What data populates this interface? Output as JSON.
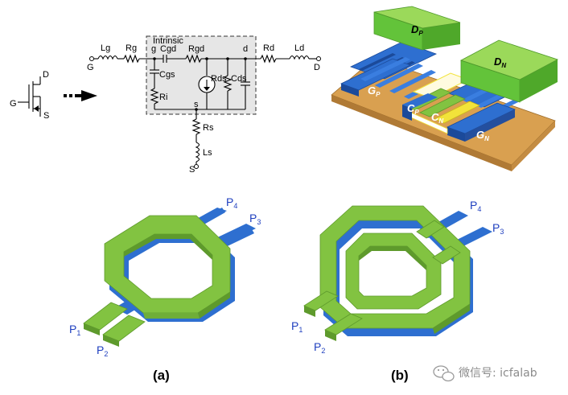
{
  "transistor_symbol": {
    "gate": "G",
    "drain": "D",
    "source": "S"
  },
  "circuit": {
    "intrinsic_label": "Intrinsic",
    "components": {
      "lg": "Lg",
      "rg": "Rg",
      "cgd": "Cgd",
      "rgd": "Rgd",
      "rd": "Rd",
      "ld": "Ld",
      "cgs": "Cgs",
      "ri": "Ri",
      "rds": "Rds",
      "cds": "Cds",
      "rs": "Rs",
      "ls": "Ls"
    },
    "nodes": {
      "g_inner": "g",
      "d_inner": "d",
      "s_inner": "s",
      "g_outer": "G",
      "d_outer": "D",
      "s_outer": "S"
    }
  },
  "layout_3d": {
    "dp": {
      "main": "D",
      "sub": "P"
    },
    "dn": {
      "main": "D",
      "sub": "N"
    },
    "gp": {
      "main": "G",
      "sub": "P"
    },
    "cp": {
      "main": "C",
      "sub": "P"
    },
    "cn": {
      "main": "C",
      "sub": "N"
    },
    "gn": {
      "main": "G",
      "sub": "N"
    }
  },
  "inductor_a": {
    "p1": {
      "main": "P",
      "sub": "1"
    },
    "p2": {
      "main": "P",
      "sub": "2"
    },
    "p3": {
      "main": "P",
      "sub": "3"
    },
    "p4": {
      "main": "P",
      "sub": "4"
    }
  },
  "inductor_b": {
    "p1": {
      "main": "P",
      "sub": "1"
    },
    "p2": {
      "main": "P",
      "sub": "2"
    },
    "p3": {
      "main": "P",
      "sub": "3"
    },
    "p4": {
      "main": "P",
      "sub": "4"
    }
  },
  "captions": {
    "a": "(a)",
    "b": "(b)"
  },
  "watermark": {
    "text": "微信号: icfalab"
  },
  "colors": {
    "green": "#82c341",
    "green_dark": "#5e9a2c",
    "blue": "#2e6fd0",
    "blue_dark": "#1b4a9a",
    "substrate": "#d9a050",
    "yellow": "#f2e33a",
    "port_text": "#1f3fbf"
  }
}
